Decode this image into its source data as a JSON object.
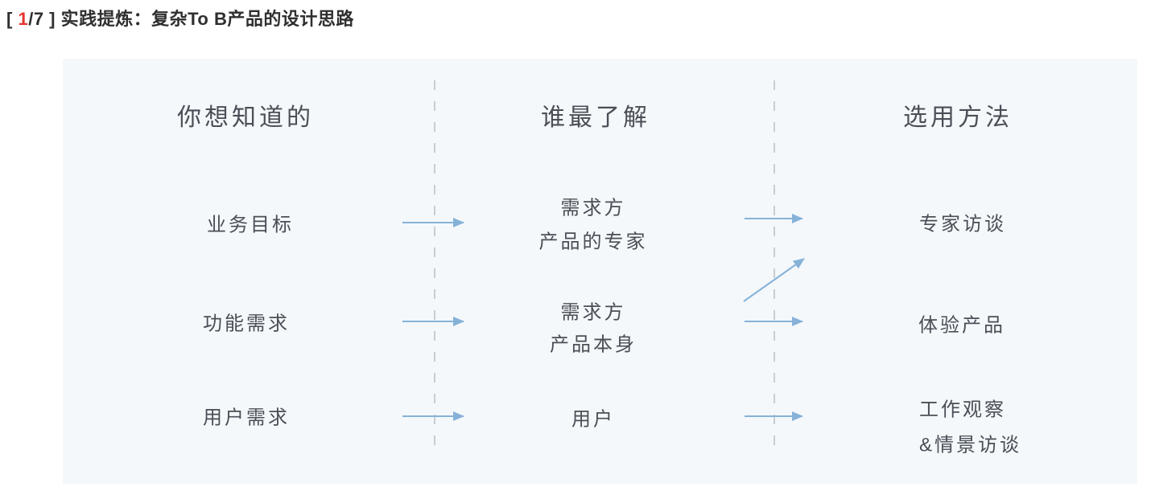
{
  "title": {
    "prefix": "[ ",
    "page_number": "1",
    "page_total_suffix": "/7 ] ",
    "text": "实践提炼：复杂To B产品的设计思路"
  },
  "colors": {
    "accent_red": "#e7342c",
    "arrow_blue": "#87b2d8",
    "panel_background": "#f4f8fb",
    "diagram_text": "#4a4f57",
    "dashed_divider": "#c9ccd1"
  },
  "columns": {
    "col1_header": "你想知道的",
    "col2_header": "谁最了解",
    "col3_header": "选用方法"
  },
  "rows": [
    {
      "want": "业务目标",
      "who": [
        "需求方",
        "产品的专家"
      ],
      "method": [
        "专家访谈"
      ]
    },
    {
      "want": "功能需求",
      "who": [
        "需求方",
        "产品本身"
      ],
      "method": [
        "体验产品"
      ]
    },
    {
      "want": "用户需求",
      "who": [
        "用户"
      ],
      "method": [
        "工作观察",
        "&情景访谈"
      ]
    }
  ],
  "icons": {
    "flow_arrow": "arrow-right-icon",
    "escalation_arrow": "arrow-up-right-icon",
    "column_divider": "vertical-dashed-line"
  }
}
